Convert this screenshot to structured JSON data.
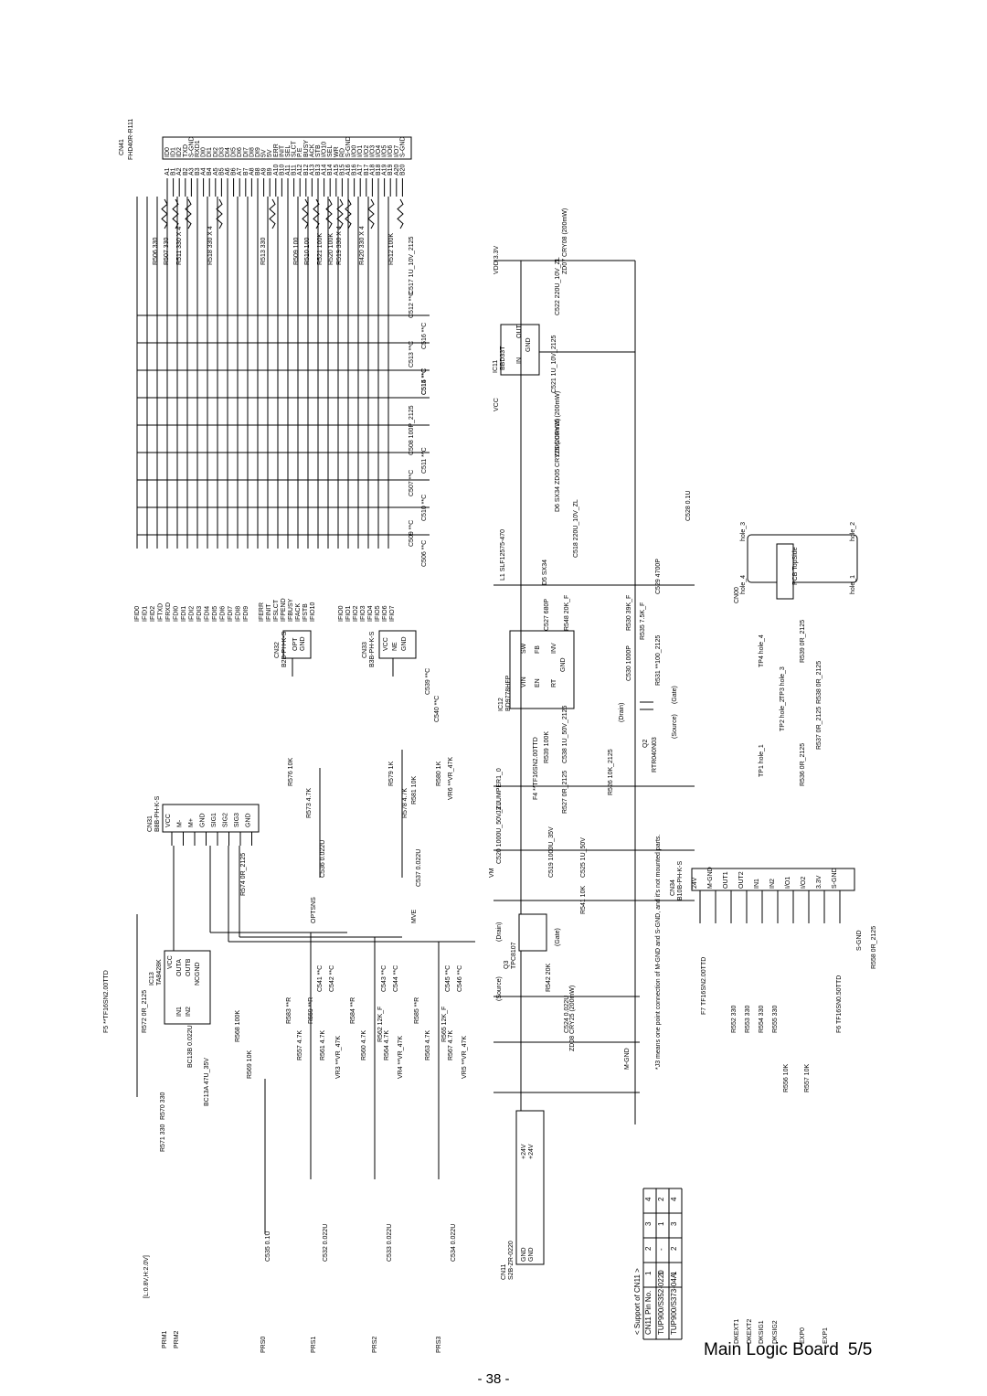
{
  "connectors": {
    "cn41": {
      "ref": "CN41",
      "part": "FHD40R-R111",
      "pins": [
        "A1",
        "B1",
        "A2",
        "B2",
        "A3",
        "B3",
        "A4",
        "B4",
        "A5",
        "B5",
        "A6",
        "B6",
        "A7",
        "B7",
        "A8",
        "B8",
        "A9",
        "B9",
        "A10",
        "B10",
        "A11",
        "B11",
        "A12",
        "B12",
        "A13",
        "B13",
        "A14",
        "B14",
        "A15",
        "B15",
        "A16",
        "B16",
        "A17",
        "B17",
        "A18",
        "B18",
        "A19",
        "B19",
        "A20",
        "B20"
      ],
      "signals": [
        "ID0",
        "ID1",
        "ID2",
        "TXD",
        "S-GND",
        "RXD1",
        "DI0",
        "DI1",
        "DI2",
        "DI3",
        "DI4",
        "DI5",
        "DI6",
        "DI7",
        "DI8",
        "DI9",
        "5V",
        "5V",
        "ERR",
        "INIT",
        "SEL",
        "SLCT",
        "P.E",
        "BUSY",
        "ACK",
        "STB",
        "I/O10",
        "SEL",
        "WR",
        "RD",
        "S-GND",
        "I/O0",
        "I/O1",
        "I/O2",
        "I/O3",
        "I/O4",
        "I/O5",
        "I/O6",
        "I/O7",
        "S-GND"
      ]
    },
    "cn11": {
      "ref": "CN11",
      "part": "S2B-ZR-0220",
      "pins": [
        "+24V",
        "+24V",
        "GND",
        "GND"
      ]
    },
    "cn31": {
      "ref": "CN31",
      "part": "B8B-PH-K-S",
      "pins": [
        "VCC",
        "M-",
        "M+",
        "GND",
        "SIG1",
        "SIG2",
        "SIG3",
        "GND"
      ]
    },
    "cn32": {
      "ref": "CN32",
      "part": "B2B-PH-K-S",
      "pins": [
        "OPT",
        "GND"
      ]
    },
    "cn33": {
      "ref": "CN33",
      "part": "B3B-PH-K-S",
      "pins": [
        "VCC",
        "NE",
        "GND"
      ]
    },
    "cn34": {
      "ref": "CN34",
      "part": "B10B-PH-K-S",
      "pins": [
        "24V",
        "M-GND",
        "OUT1",
        "OUT2",
        "IN1",
        "IN2",
        "I/O1",
        "I/O2",
        "3.3V",
        "S-GND"
      ]
    },
    "cn00": {
      "ref": "CN00",
      "text": "PCB TopSide",
      "holes": [
        "hole_1",
        "hole_2",
        "hole_3",
        "hole_4"
      ]
    }
  },
  "ics": {
    "ic11": {
      "ref": "IC11",
      "part": "BBD33T",
      "pins": [
        "IN",
        "OUT",
        "GND"
      ]
    },
    "ic12": {
      "ref": "IC12",
      "part": "BD9778HFP",
      "pins": [
        "VIN",
        "EN",
        "RT",
        "SW",
        "FB",
        "INV",
        "GND"
      ]
    },
    "ic13": {
      "ref": "IC13",
      "part": "TA8428K",
      "pins": [
        "VCC",
        "OUTA",
        "OUTB",
        "IN1",
        "IN2",
        "GND",
        "NC"
      ]
    },
    "q2": {
      "ref": "Q2",
      "part": "RTR040N03",
      "pins": [
        "(Drain)",
        "(Gate)",
        "(Source)"
      ]
    },
    "q3": {
      "ref": "Q3",
      "part": "TPC8107",
      "pins": [
        "(Drain)",
        "(Gate)",
        "(Source)"
      ]
    }
  },
  "signals": {
    "ifio": [
      "IFID0",
      "IFID1",
      "IFID2",
      "IFTXD",
      "IFRXD",
      "IFDI0",
      "IFDI1",
      "IFDI2",
      "IFDI3",
      "IFDI4",
      "IFDI5",
      "IFDI6",
      "IFDI7",
      "IFDI8",
      "IFDI9"
    ],
    "ifctl": [
      "IFERR",
      "IFINIT",
      "IFSLCT",
      "IFPEND",
      "IFBUSY",
      "IFACK",
      "IFSTB",
      "IFIO10"
    ],
    "ifdata": [
      "IFIO0",
      "IFIO1",
      "IFIO2",
      "IFIO3",
      "IFIO4",
      "IFIO5",
      "IFIO6",
      "IFIO7"
    ],
    "bottom": [
      "PRS0",
      "PRS1",
      "PRS2",
      "PRS3",
      "OPTSNS",
      "MVE",
      "DKEXT1",
      "DKEXT2",
      "DKSIG1",
      "DKSIG2",
      "EXP0",
      "EXP1",
      "PRM1",
      "PRM2"
    ],
    "rails": [
      "VDD 3.3V",
      "VCC",
      "VM",
      "M-GND",
      "S-GND"
    ]
  },
  "labels": {
    "resistors_top": [
      "R506 330",
      "R507 330",
      "R511 330 X 4",
      "R518 330 X 4",
      "R513 330",
      "R509 100",
      "R510 100",
      "R521 100K",
      "R520 100K",
      "R519 330 X 4",
      "R420 330 X 4",
      "R512 100K"
    ],
    "caps_top": [
      "C517 1U_10V_2125",
      "C516 **C",
      "C513 **C",
      "C515 **C",
      "C512 **C",
      "C514 **C",
      "C508 100P_2125",
      "C511 **C",
      "C507 **C",
      "C510 **C",
      "C509 **C",
      "C506 **C"
    ],
    "power": [
      "L1 SLF12575-470",
      "D5 SX34",
      "D6 SX34",
      "ZD05 CRY25 (200mW)",
      "ZD06 CRY25 (200mW)",
      "ZD07 CRY08 (200mW)",
      "C518 220U_10V_ZL",
      "C521 1U_10V_2125",
      "C522 220U_10V_ZL",
      "C527 680P",
      "R548 20K_F",
      "R530 39K_F",
      "R535 7.5K_F",
      "C529 4700P",
      "C530 1000P",
      "R531 **100_2125",
      "C528 0.1U",
      "R539 100K",
      "C538 1U_50V_2125",
      "R527 0R_2125",
      "F4 **TF16SN2.00TTD",
      "J3 JUMPER1_0",
      "C520 1000U_50V_ZL",
      "R526 10K_2125",
      "C519 1000U_35V",
      "C525 1U_50V",
      "R541 10K",
      "R542 20K",
      "C524 0.022U",
      "ZD08 CRY25 (200mW)"
    ],
    "motor": [
      "F5 **TF16SN2.00TTD",
      "R572 0R_2125",
      "BC13B 0.022U",
      "BC13A 47U_35V",
      "R570 330",
      "R571 330",
      "R568 100K",
      "R569 10K",
      "C535 0.1U",
      "R574 0R_2125",
      "R573 4.7K",
      "R576 10K",
      "C536 0.022U",
      "R578 4.7K",
      "R579 1K",
      "R581 10K",
      "R580 1K",
      "VR6 **VR_47K",
      "C537 0.022U",
      "C539 **C",
      "C540 **C"
    ],
    "sensors": [
      "R583 **R",
      "R557 4.7K",
      "R559 **R",
      "R561 4.7K",
      "VR3 **VR_47K",
      "C541 **C",
      "C542 **C",
      "C532 0.022U",
      "R584 **R",
      "R560 4.7K",
      "R562 12K_F",
      "R564 4.7K",
      "VR4 **VR_47K",
      "C543 **C",
      "C544 **C",
      "C533 0.022U",
      "R585 **R",
      "R563 4.7K",
      "R565 12K_F",
      "R567 4.7K",
      "VR5 **VR_47K",
      "C545 **C",
      "C546 **C",
      "C534 0.022U"
    ],
    "ext": [
      "F7 TF16SN2.00TTD",
      "R552 330",
      "R553 330",
      "R554 330",
      "R555 330",
      "R556 10K",
      "R557 10K",
      "F6 TF16SN0.50TTD",
      "R558 0R_2125",
      "TP1 hole_1",
      "TP2 hole_2",
      "TP3 hole_3",
      "TP4 hole_4",
      "R536 0R_2125",
      "R537 0R_2125",
      "R538 0R_2125",
      "R539 0R_2125",
      "[L:0.8V,H:2.0V]"
    ]
  },
  "notes": {
    "jumper_note": "*J3 means one point connection of M-GND and S-GND, and it's not mounted parts."
  },
  "support_table": {
    "title": "< Support of CN11 >",
    "header": [
      "CN11 Pin No.",
      "1",
      "2",
      "3",
      "4"
    ],
    "rows": [
      [
        "TUP900/S352-0220",
        "1",
        "-",
        "1",
        "2"
      ],
      [
        "TUP900/S373-04A",
        "1",
        "2",
        "3",
        "4"
      ]
    ]
  },
  "footer": {
    "title": "Main Logic Board",
    "page": "5/5",
    "page_number": "- 38 -"
  }
}
